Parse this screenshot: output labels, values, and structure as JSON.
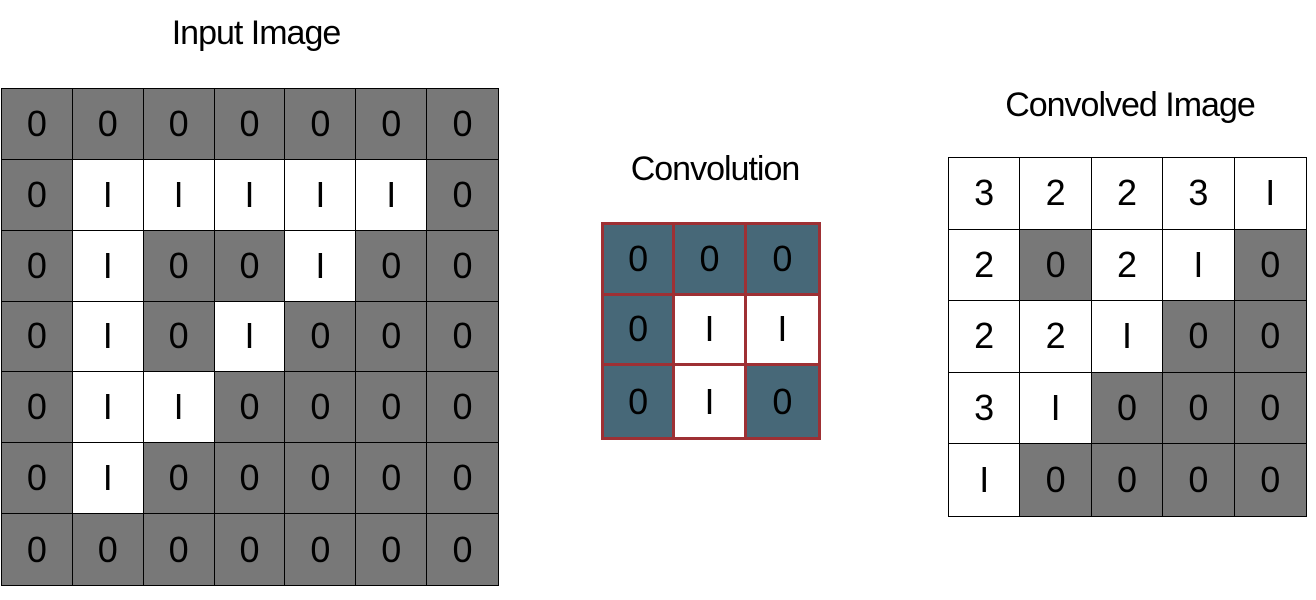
{
  "colors": {
    "zero_cell": "#787878",
    "one_cell": "#ffffff",
    "kernel_zero_cell": "#476878",
    "kernel_border": "#9e3034",
    "grid_line": "#000000"
  },
  "input": {
    "title": "Input Image",
    "rows": [
      [
        "0",
        "0",
        "0",
        "0",
        "0",
        "0",
        "0"
      ],
      [
        "0",
        "I",
        "I",
        "I",
        "I",
        "I",
        "0"
      ],
      [
        "0",
        "I",
        "0",
        "0",
        "I",
        "0",
        "0"
      ],
      [
        "0",
        "I",
        "0",
        "I",
        "0",
        "0",
        "0"
      ],
      [
        "0",
        "I",
        "I",
        "0",
        "0",
        "0",
        "0"
      ],
      [
        "0",
        "I",
        "0",
        "0",
        "0",
        "0",
        "0"
      ],
      [
        "0",
        "0",
        "0",
        "0",
        "0",
        "0",
        "0"
      ]
    ]
  },
  "kernel": {
    "title": "Convolution",
    "rows": [
      [
        "0",
        "0",
        "0"
      ],
      [
        "0",
        "I",
        "I"
      ],
      [
        "0",
        "I",
        "0"
      ]
    ]
  },
  "output": {
    "title": "Convolved Image",
    "rows": [
      [
        "3",
        "2",
        "2",
        "3",
        "I"
      ],
      [
        "2",
        "0",
        "2",
        "I",
        "0"
      ],
      [
        "2",
        "2",
        "I",
        "0",
        "0"
      ],
      [
        "3",
        "I",
        "0",
        "0",
        "0"
      ],
      [
        "I",
        "0",
        "0",
        "0",
        "0"
      ]
    ]
  }
}
